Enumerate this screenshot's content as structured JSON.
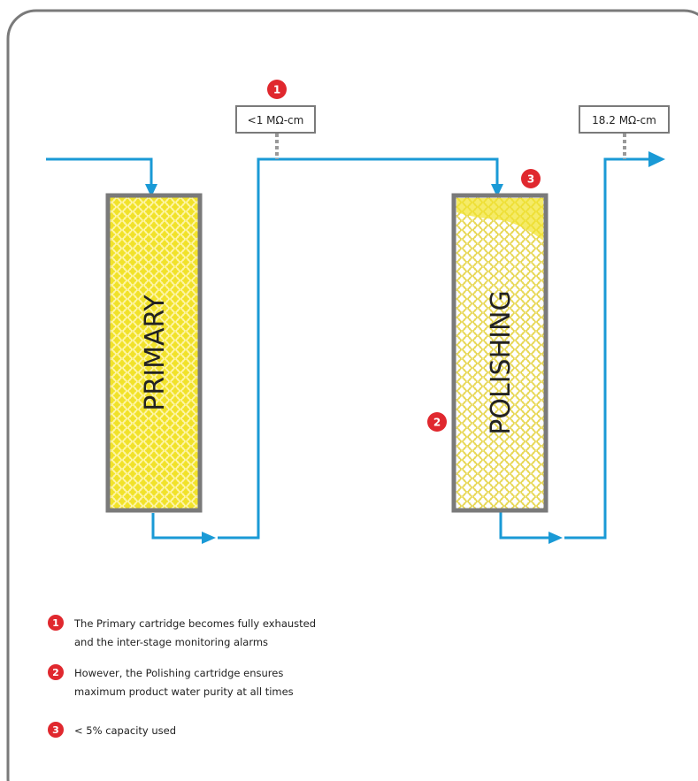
{
  "colors": {
    "border": "#7a7a7a",
    "pipe": "#1a9ad6",
    "resin": "#f1e22a",
    "resin_light": "#f8f0a0",
    "badge": "#e0282e"
  },
  "monitors": {
    "inter_stage": "<1 MΩ-cm",
    "product": "18.2 MΩ-cm"
  },
  "cartridges": {
    "primary_label": "PRIMARY",
    "polishing_label": "POLISHING"
  },
  "badges": {
    "one": "1",
    "two": "2",
    "three": "3"
  },
  "legend": [
    {
      "num": "1",
      "line1": "The Primary cartridge becomes fully exhausted",
      "line2": "and the inter-stage monitoring alarms"
    },
    {
      "num": "2",
      "line1": "However, the Polishing cartridge ensures",
      "line2": "maximum product water   purity at all times"
    },
    {
      "num": "3",
      "line1": "< 5% capacity used",
      "line2": ""
    }
  ]
}
